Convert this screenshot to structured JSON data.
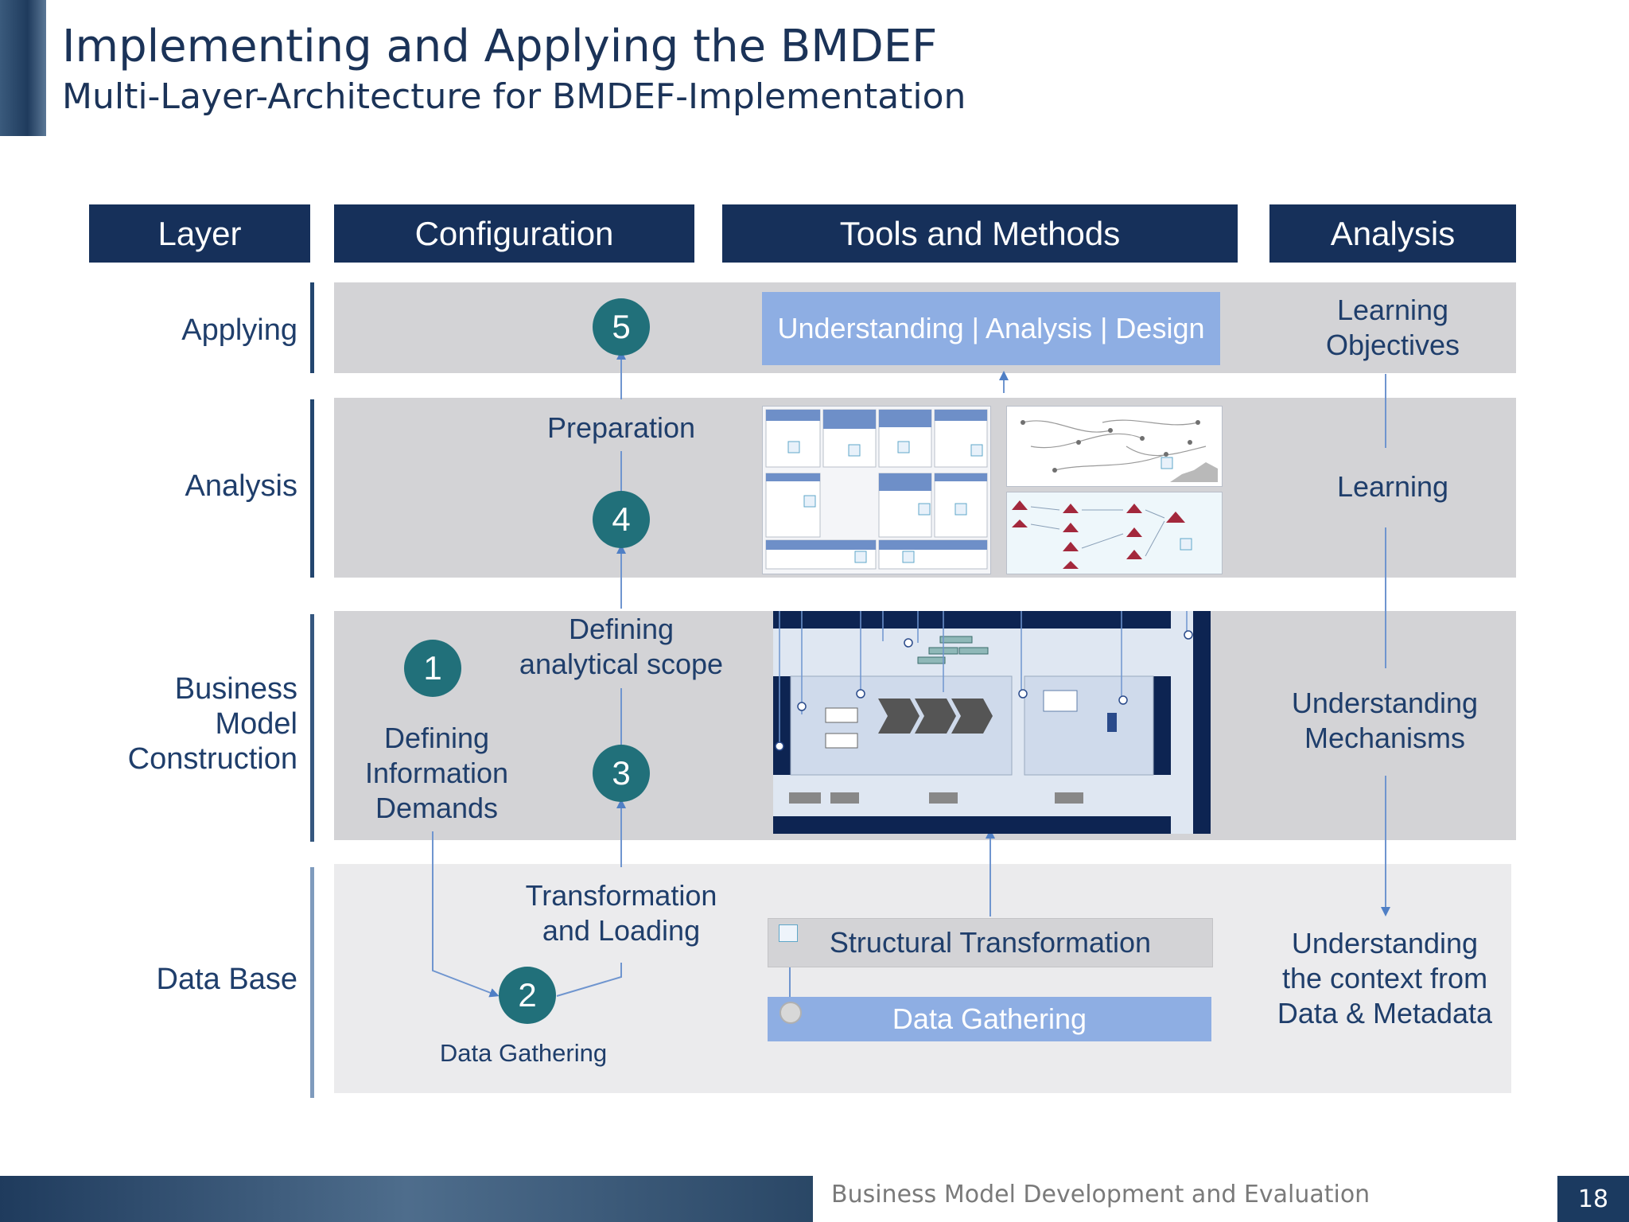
{
  "header": {
    "title": "Implementing and Applying the BMDEF",
    "subtitle": "Multi-Layer-Architecture for BMDEF-Implementation"
  },
  "columns": {
    "layer": "Layer",
    "configuration": "Configuration",
    "tools": "Tools and Methods",
    "analysis": "Analysis"
  },
  "layers": {
    "applying": "Applying",
    "analysis": "Analysis",
    "bmc_line1": "Business",
    "bmc_line2": "Model",
    "bmc_line3": "Construction",
    "database": "Data Base"
  },
  "configuration": {
    "node1": "1",
    "node2": "2",
    "node3": "3",
    "node4": "4",
    "node5": "5",
    "preparation": "Preparation",
    "scope_line1": "Defining",
    "scope_line2": "analytical scope",
    "demands_line1": "Defining",
    "demands_line2": "Information",
    "demands_line3": "Demands",
    "transform_line1": "Transformation",
    "transform_line2": "and Loading",
    "data_gathering": "Data Gathering"
  },
  "tools": {
    "understanding_box": "Understanding | Analysis | Design",
    "structural_transformation": "Structural Transformation",
    "data_gathering": "Data Gathering"
  },
  "analysis": {
    "objectives_line1": "Learning",
    "objectives_line2": "Objectives",
    "learning": "Learning",
    "mechanisms_line1": "Understanding",
    "mechanisms_line2": "Mechanisms",
    "context_line1": "Understanding",
    "context_line2": "the context from",
    "context_line3": "Data & Metadata"
  },
  "footer": {
    "text": "Business Model Development and Evaluation",
    "page": "18"
  },
  "colors": {
    "navy": "#16305a",
    "teal_node": "#21707a",
    "light_blue": "#8eaee3",
    "arrow_blue": "#4f7fc5"
  }
}
